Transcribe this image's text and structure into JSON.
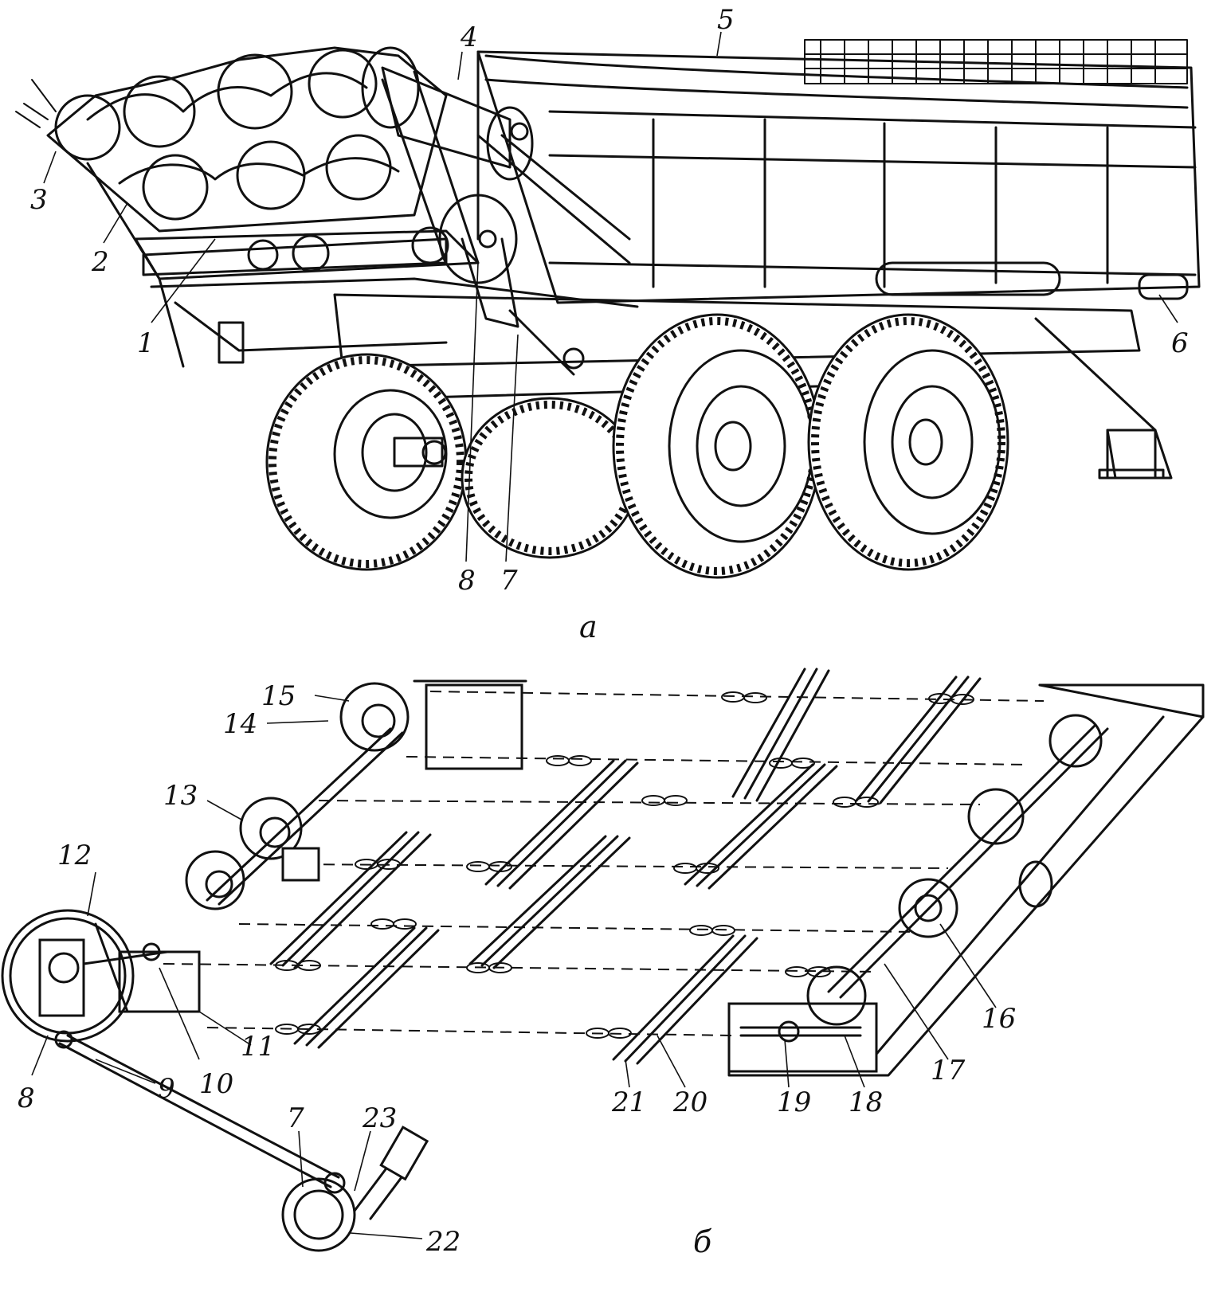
{
  "figure_a": {
    "caption": "а",
    "labels": [
      "1",
      "2",
      "3",
      "4",
      "5",
      "6",
      "7",
      "8"
    ]
  },
  "figure_b": {
    "caption": "б",
    "labels": [
      "7",
      "8",
      "9",
      "10",
      "11",
      "12",
      "13",
      "14",
      "15",
      "16",
      "17",
      "18",
      "19",
      "20",
      "21",
      "22",
      "23"
    ]
  }
}
